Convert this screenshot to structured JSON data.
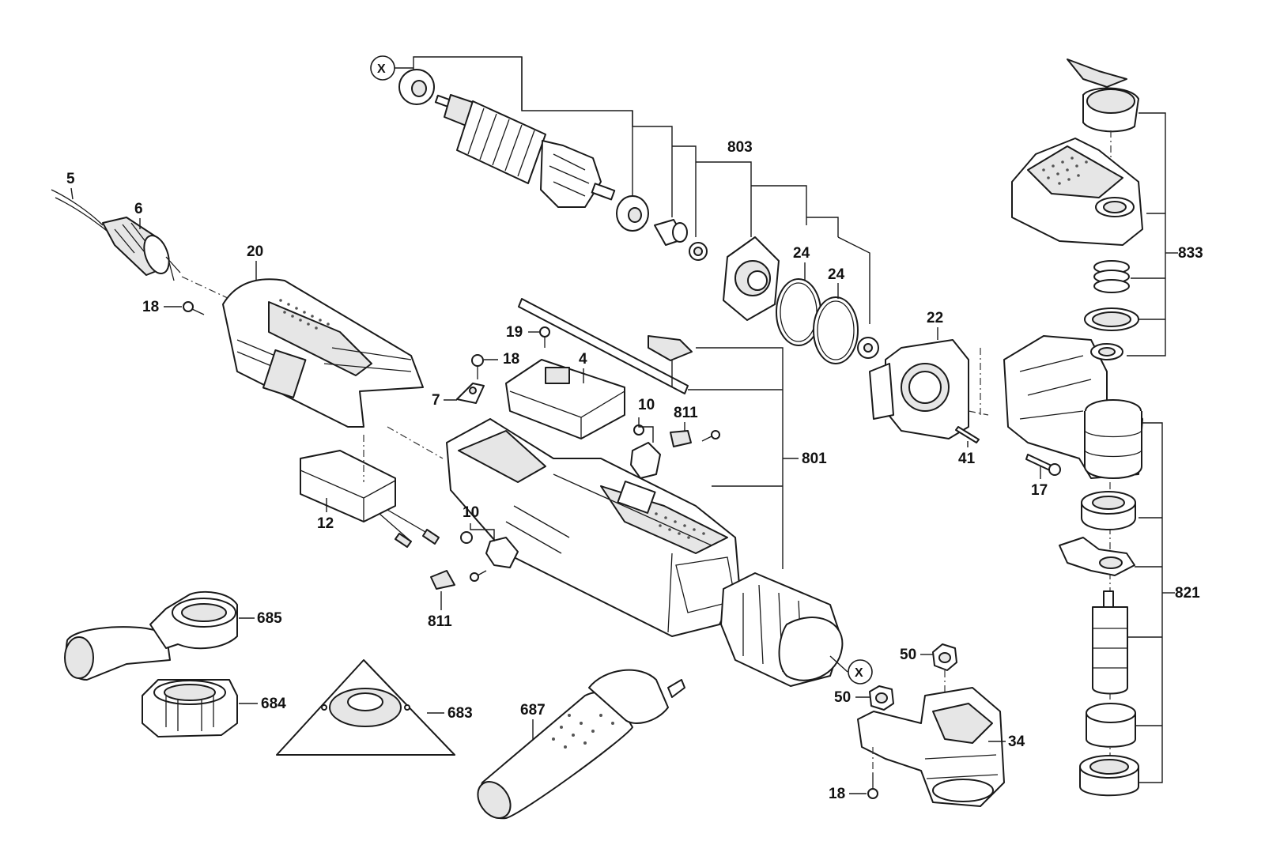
{
  "diagram": {
    "callouts": {
      "p5": "5",
      "p6": "6",
      "p20": "20",
      "p18a": "18",
      "p18b": "18",
      "p18c": "18",
      "p19": "19",
      "p4": "4",
      "p7": "7",
      "p10a": "10",
      "p10b": "10",
      "p811a": "811",
      "p811b": "811",
      "p12": "12",
      "p801": "801",
      "p803": "803",
      "p24a": "24",
      "p24b": "24",
      "p22": "22",
      "p41": "41",
      "p17": "17",
      "p833": "833",
      "p821": "821",
      "p685": "685",
      "p684": "684",
      "p683": "683",
      "p687": "687",
      "p50a": "50",
      "p50b": "50",
      "p34": "34"
    },
    "markers": {
      "x1": "X",
      "x2": "X"
    }
  }
}
